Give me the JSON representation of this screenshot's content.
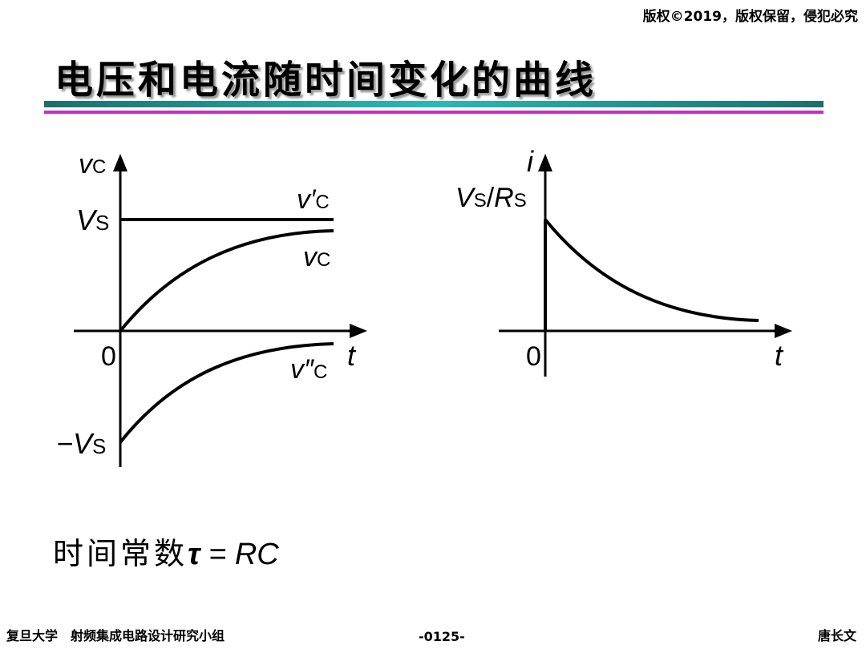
{
  "header": {
    "copyright": "版权©2019，版权保留，侵犯必究",
    "title": "电压和电流随时间变化的曲线"
  },
  "left_plot": {
    "y_axis_label": "v",
    "y_axis_sub": "C",
    "x_axis_label": "t",
    "origin_label": "0",
    "vs_label": "V",
    "vs_sub": "S",
    "neg_vs_label": "−V",
    "neg_vs_sub": "S",
    "steady_label": "v′",
    "steady_sub": "C",
    "total_label": "v",
    "total_sub": "C",
    "transient_label": "v″",
    "transient_sub": "C"
  },
  "right_plot": {
    "y_axis_label": "i",
    "x_axis_label": "t",
    "origin_label": "0",
    "initial_num": "V",
    "initial_num_sub": "S",
    "initial_sep": "/",
    "initial_den": "R",
    "initial_den_sub": "S"
  },
  "time_constant": {
    "text": "时间常数",
    "symbol": "τ",
    "formula": " = RC"
  },
  "footer": {
    "left": "复旦大学　射频集成电路设计研究小组",
    "page": "-0125-",
    "author": "唐长文"
  }
}
